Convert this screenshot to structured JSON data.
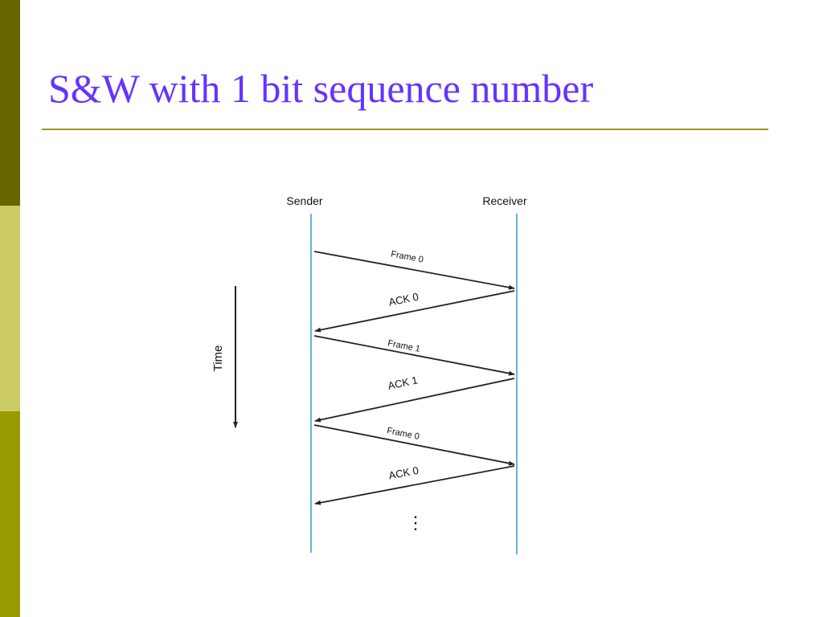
{
  "slide": {
    "title": "S&W with 1 bit sequence number"
  },
  "colors": {
    "title": "#6633ff",
    "rule": "#999900",
    "timeline": "#3399cc",
    "bar_top": "#666600",
    "bar_mid": "#cccc66",
    "bar_bottom": "#999900"
  },
  "diagram": {
    "sender_label": "Sender",
    "receiver_label": "Receiver",
    "time_label": "Time",
    "continuation": "⋮",
    "messages": [
      {
        "label": "Frame 0",
        "direction": "sender-to-receiver"
      },
      {
        "label": "ACK 0",
        "direction": "receiver-to-sender"
      },
      {
        "label": "Frame 1",
        "direction": "sender-to-receiver"
      },
      {
        "label": "ACK 1",
        "direction": "receiver-to-sender"
      },
      {
        "label": "Frame 0",
        "direction": "sender-to-receiver"
      },
      {
        "label": "ACK 0",
        "direction": "receiver-to-sender"
      }
    ]
  }
}
